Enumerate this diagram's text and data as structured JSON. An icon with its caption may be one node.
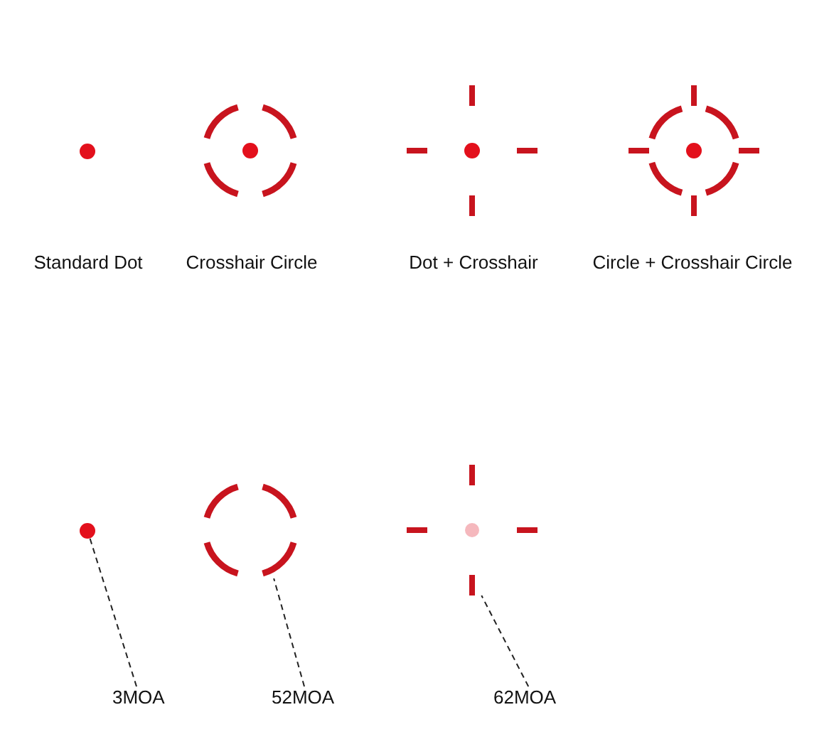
{
  "diagram": {
    "nodes": [
      {
        "text": [],
        "shape": "circle"
      },
      {
        "text": [],
        "shape": "picture"
      },
      {
        "text": [],
        "shape": "picture"
      },
      {
        "text": [],
        "shape": "picture"
      },
      {
        "text": [],
        "shape": "circle"
      },
      {
        "text": [],
        "shape": "picture"
      },
      {
        "text": [],
        "shape": "picture"
      },
      {
        "text": [
          "3MOA"
        ]
      },
      {
        "text": [
          "52MOA"
        ]
      },
      {
        "text": [
          "62MOA"
        ]
      }
    ],
    "edges": [
      {
        "from": 7,
        "to": 4,
        "arrow": "none",
        "style": "dashed"
      },
      {
        "from": 8,
        "to": 5,
        "arrow": "none",
        "style": "dashed"
      },
      {
        "from": 9,
        "to": 6,
        "arrow": "none",
        "style": "dashed"
      }
    ],
    "labels": [
      "Standard Dot",
      "Crosshair Circle",
      "Dot + Crosshair",
      "Circle + Crosshair Circle"
    ]
  }
}
